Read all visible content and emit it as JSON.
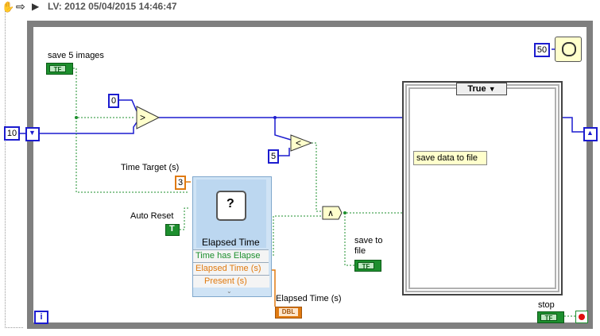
{
  "window": {
    "title": "LV: 2012 05/04/2015 14:46:47"
  },
  "toolbar": {
    "icons": [
      "hand-icon",
      "arrow-icon",
      "run-icon"
    ]
  },
  "loop": {
    "count": "50",
    "iteration_label": "i",
    "shift_register_init": "10"
  },
  "controls": {
    "save5_label": "save 5 images",
    "zero_const": "0",
    "five_const": "5",
    "time_target_label": "Time Target (s)",
    "time_target_value": "3",
    "auto_reset_label": "Auto Reset",
    "save_file_label": "save to file",
    "elapsed_out_label": "Elapsed Time (s)",
    "stop_label": "stop"
  },
  "express_vi": {
    "title": "Elapsed Time",
    "out1": "Time has Elapse",
    "out2": "Elapsed Time (s)",
    "out3": "Present (s)"
  },
  "case": {
    "selector": "True",
    "note": "save data to file"
  },
  "bool_labels": {
    "tf": "TF",
    "dbl": "DBL"
  }
}
